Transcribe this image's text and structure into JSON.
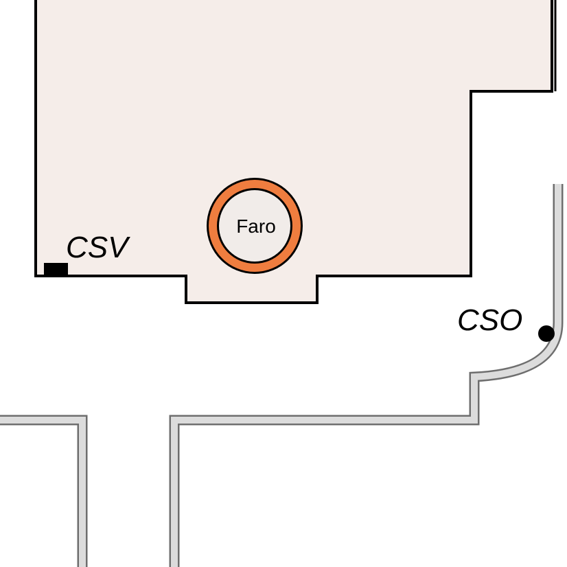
{
  "map": {
    "labels": {
      "faro": "Faro",
      "csv": "CSV",
      "cso": "CSO"
    },
    "colors": {
      "building_fill": "#f5ede9",
      "wall_stroke": "#000000",
      "corridor_fill": "#dcdcdc",
      "corridor_outline": "#6e6e6e",
      "lighthouse_ring": "#ef7d3f",
      "lighthouse_center": "#f1ece9",
      "marker": "#000000"
    }
  }
}
